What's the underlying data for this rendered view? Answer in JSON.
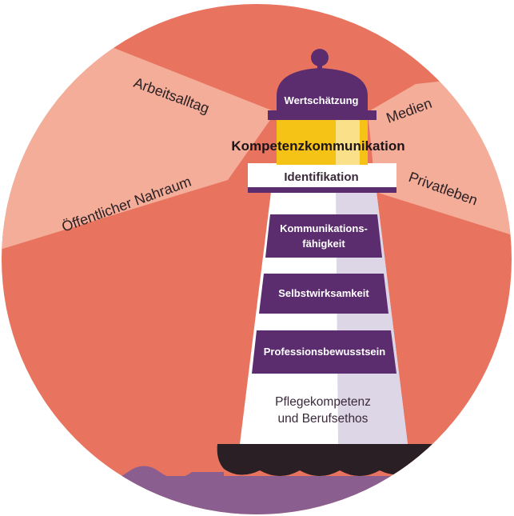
{
  "rays": {
    "arbeitsalltag": "Arbeitsalltag",
    "medien": "Medien",
    "privatleben": "Privatleben",
    "oeffentlicher_nahraum": "Öffentlicher Nahraum"
  },
  "lighthouse": {
    "lantern": "Wertschätzung",
    "center_title": "Kompetenzkommunikation",
    "gallery": "Identifikation",
    "levels": [
      {
        "line1": "Kommunikations-",
        "line2": "fähigkeit"
      },
      {
        "line1": "Selbstwirksamkeit"
      },
      {
        "line1": "Professionsbewusstsein"
      }
    ],
    "base": {
      "line1": "Pflegekompetenz",
      "line2": "und Berufsethos"
    }
  },
  "colors": {
    "coral": "#e8735f",
    "light_coral": "#f3ad98",
    "purple": "#5b2d6e",
    "yellow": "#f5c316",
    "sea": "#8a5f8f",
    "rocks": "#2a1f24"
  }
}
